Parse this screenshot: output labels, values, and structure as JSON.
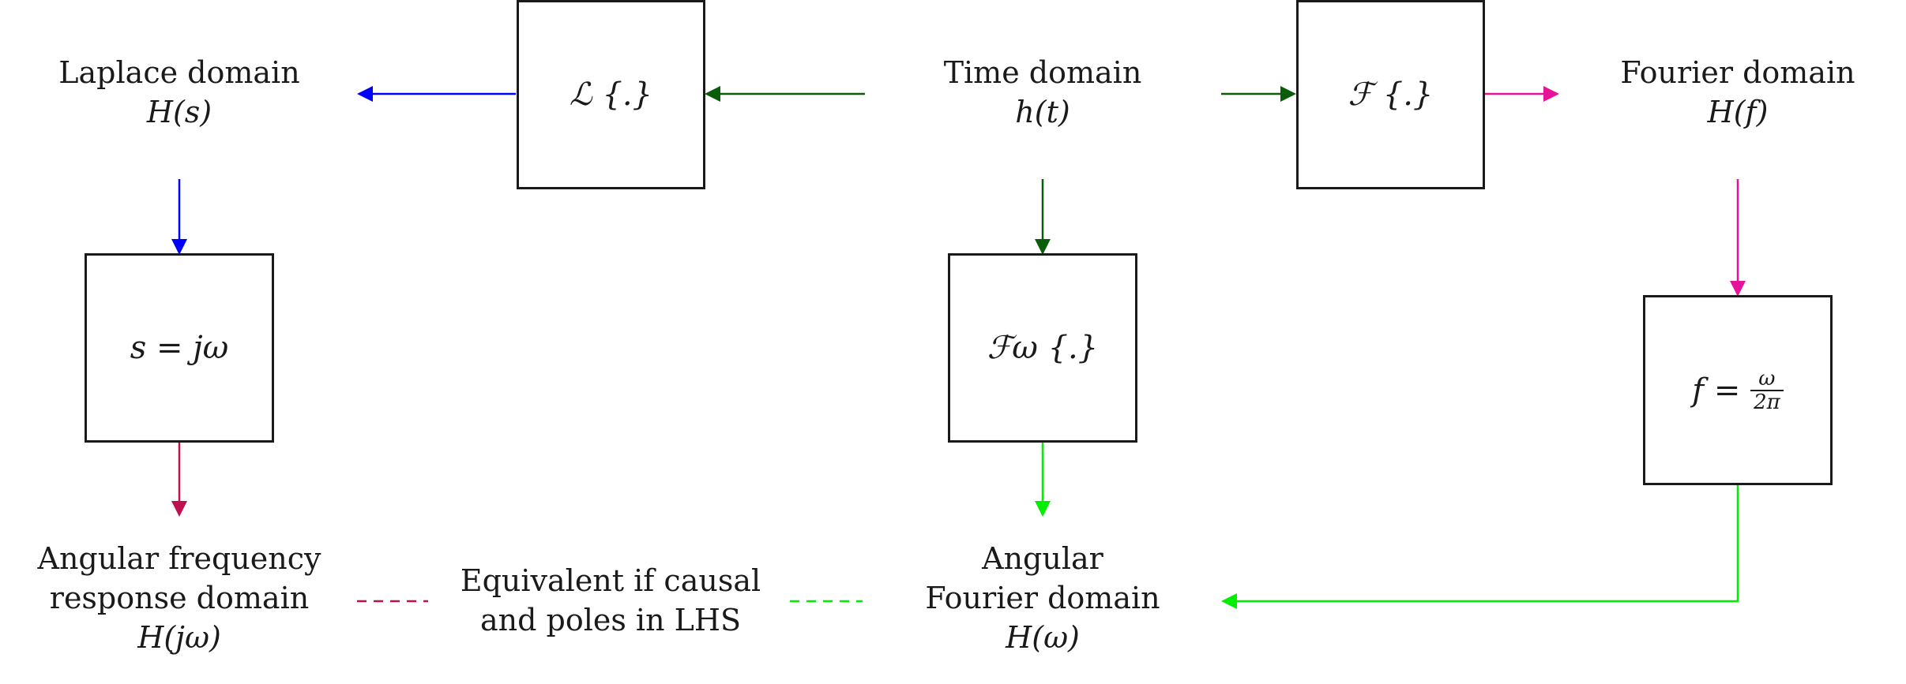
{
  "colors": {
    "laplace": "#0000ff",
    "time": "#0b5c0b",
    "fourier": "#e6139a",
    "angular_freq": "#c0104f",
    "angular_fourier": "#00ee00",
    "box_border": "#1a1a1a"
  },
  "nodes": {
    "laplace_domain": {
      "line1": "Laplace domain",
      "line2": "H(s)"
    },
    "time_domain": {
      "line1": "Time domain",
      "line2": "h(t)"
    },
    "fourier_domain": {
      "line1": "Fourier domain",
      "line2": "H(f)"
    },
    "angular_frequency_domain": {
      "line1": "Angular frequency",
      "line2": "response domain",
      "line3": "H(jω)"
    },
    "equivalence_note": {
      "line1": "Equivalent if causal",
      "line2": "and poles in LHS"
    },
    "angular_fourier_domain": {
      "line1": "Angular",
      "line2": "Fourier domain",
      "line3": "H(ω)"
    }
  },
  "operators": {
    "laplace_transform": "ℒ {.}",
    "fourier_transform": "ℱ {.}",
    "angular_fourier_transform": "ℱω {.}",
    "s_substitution": "s = jω",
    "f_substitution_lhs": "f =",
    "f_substitution_num": "ω",
    "f_substitution_den": "2π"
  }
}
